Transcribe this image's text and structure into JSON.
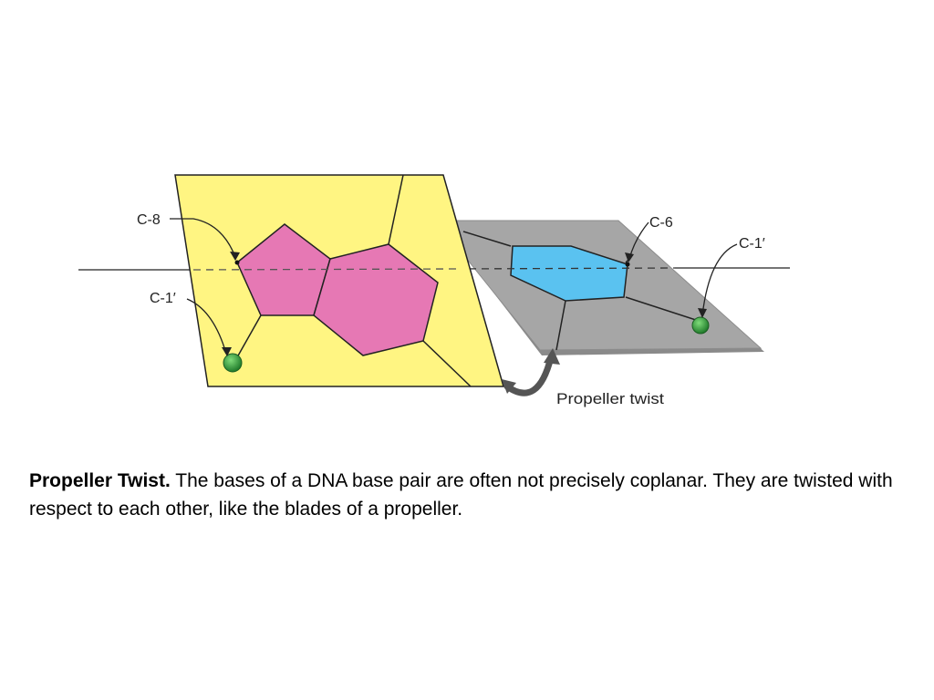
{
  "diagram": {
    "labels": {
      "purine_c8": "C-8",
      "purine_c1": "C-1′",
      "pyrimidine_c6": "C-6",
      "pyrimidine_c1": "C-1′",
      "twist": "Propeller twist"
    },
    "colors": {
      "yellow_plane": "#fff582",
      "gray_plane": "#a6a6a6",
      "purine_ring": "#e678b4",
      "pyrimidine_ring": "#5ac2f0",
      "sugar_atom": "#2f9a3a",
      "arrow": "#555555"
    }
  },
  "caption": {
    "title": "Propeller Twist.",
    "text": " The bases of a DNA base pair are often not precisely coplanar. They are twisted with respect to each other, like the blades of a propeller."
  }
}
